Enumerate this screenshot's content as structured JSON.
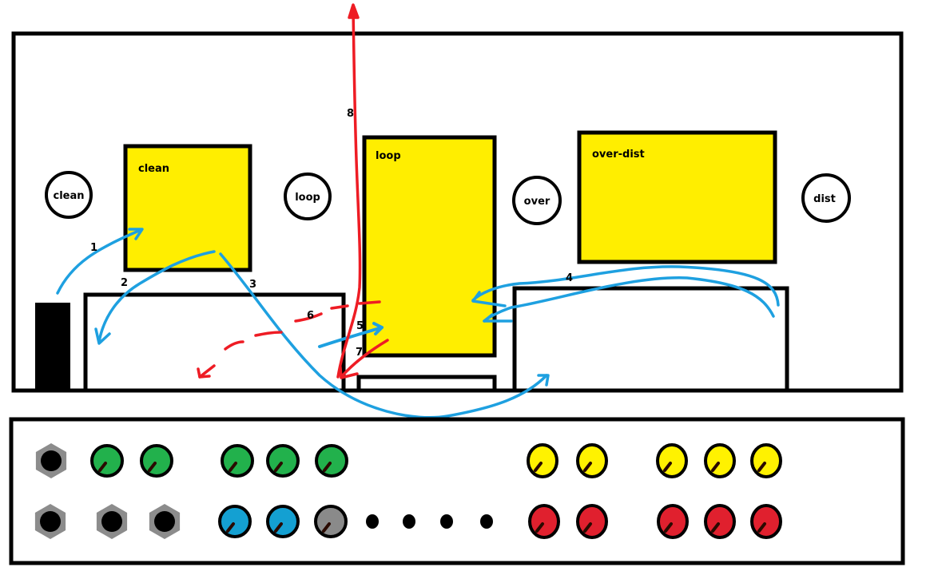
{
  "colors": {
    "yellow_box": "#ffee00",
    "blue_path": "#1ea0e0",
    "red_path": "#ee1c24",
    "knob_green": "#22b14c",
    "knob_blue": "#14a0d2",
    "knob_gray": "#8a8a8a",
    "knob_yellow": "#fff200",
    "knob_red": "#e0202e",
    "jack_gray": "#8c8c8c"
  },
  "rooms": {
    "clean": "clean",
    "loop": "loop",
    "over_dist": "over-dist"
  },
  "speakers": {
    "clean": "clean",
    "loop": "loop",
    "over": "over",
    "dist": "dist"
  },
  "paths": [
    {
      "id": "1",
      "label": "1",
      "color": "blue"
    },
    {
      "id": "2",
      "label": "2",
      "color": "blue"
    },
    {
      "id": "3",
      "label": "3",
      "color": "blue"
    },
    {
      "id": "4",
      "label": "4",
      "color": "blue"
    },
    {
      "id": "5",
      "label": "5",
      "color": "blue"
    },
    {
      "id": "6",
      "label": "6",
      "color": "red"
    },
    {
      "id": "7",
      "label": "7",
      "color": "red"
    },
    {
      "id": "8",
      "label": "8",
      "color": "red"
    }
  ],
  "control_panel": {
    "top_row": [
      "jack",
      "green",
      "green",
      "green",
      "green",
      "green",
      "yellow",
      "yellow",
      "yellow",
      "yellow",
      "yellow"
    ],
    "bottom_row": [
      "jack",
      "jack",
      "jack",
      "blue",
      "blue",
      "gray",
      "dot",
      "dot",
      "dot",
      "dot",
      "red",
      "red",
      "red",
      "red",
      "red"
    ]
  }
}
